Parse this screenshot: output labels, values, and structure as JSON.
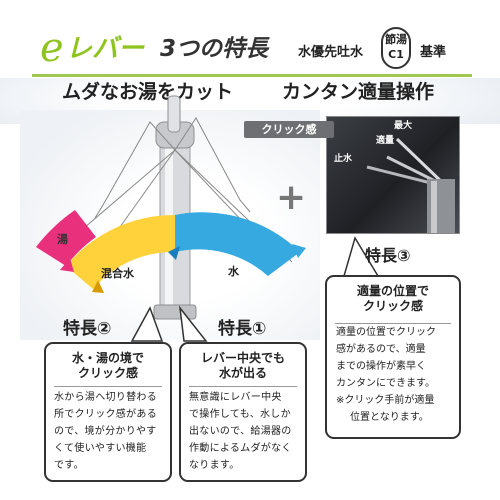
{
  "header": {
    "logo_e": "e",
    "logo_lever": "レバー",
    "title": "3つの特長",
    "spec_label": "水優先吐水",
    "badge_line1": "節湯",
    "badge_line2": "C1",
    "badge_suffix": "基準",
    "accent_color": "#8fc31f"
  },
  "headlines": {
    "left": "ムダなお湯をカット",
    "right": "カンタン適量操作"
  },
  "diagram": {
    "hot_label": "湯",
    "mixed_label": "混合水",
    "cold_label": "水",
    "hot_color": "#e8307c",
    "mixed_color": "#ffd23c",
    "cold_color": "#36a9e1"
  },
  "plus_icon": "+",
  "photo": {
    "click_tag": "クリック感",
    "max_label": "最大",
    "proper_label": "適量",
    "stop_label": "止水"
  },
  "feature3": {
    "title": "特長③",
    "heading_line1": "適量の位置で",
    "heading_line2": "クリック感",
    "body": [
      "適量の位置でクリック",
      "感があるので、適量",
      "までの操作が素早く",
      "カンタンにできます。",
      "※クリック手前が適量",
      "位置となります。"
    ]
  },
  "feature2": {
    "title": "特長②",
    "heading_line1": "水・湯の境で",
    "heading_line2": "クリック感",
    "body": [
      "水から湯へ切り替わる",
      "所でクリック感がある",
      "ので、境が分かりやす",
      "くて使いやすい機能",
      "です。"
    ]
  },
  "feature1": {
    "title": "特長①",
    "heading_line1": "レバー中央でも",
    "heading_line2": "水が出る",
    "body": [
      "無意識にレバー中央",
      "で操作しても、水しか",
      "出ないので、給湯器の",
      "作動によるムダがなく",
      "なります。"
    ]
  }
}
